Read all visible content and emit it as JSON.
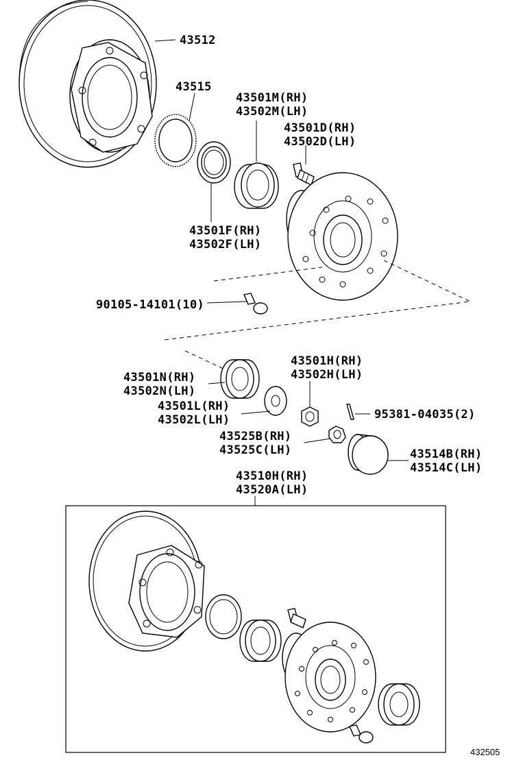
{
  "labels": {
    "rotor": "43512",
    "sensor_rotor": "43515",
    "outer_race_rh": "43501M(RH)",
    "outer_race_lh": "43502M(LH)",
    "hub_bolt_rh": "43501D(RH)",
    "hub_bolt_lh": "43502D(LH)",
    "oil_seal_rh": "43501F(RH)",
    "oil_seal_lh": "43502F(LH)",
    "rotor_bolt": "90105-14101(10)",
    "outer_bearing_rh": "43501N(RH)",
    "outer_bearing_lh": "43502N(LH)",
    "nut_rh": "43501H(RH)",
    "nut_lh": "43502H(LH)",
    "washer_rh": "43501L(RH)",
    "washer_lh": "43502L(LH)",
    "cotter_pin": "95381-04035(2)",
    "lock_cap_rh": "43525B(RH)",
    "lock_cap_lh": "43525C(LH)",
    "grease_cap_rh": "43514B(RH)",
    "grease_cap_lh": "43514C(LH)",
    "assembly_rh": "43510H(RH)",
    "assembly_lh": "43520A(LH)"
  },
  "figure_number": "432505"
}
